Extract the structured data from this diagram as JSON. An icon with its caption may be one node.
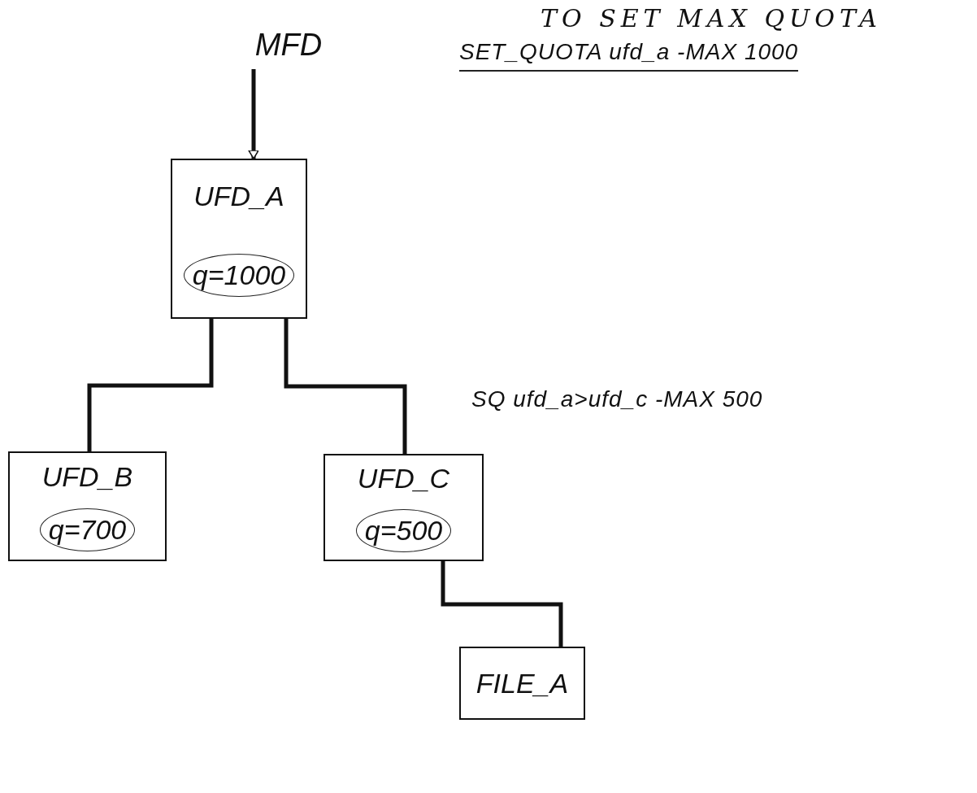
{
  "diagram": {
    "nodes": [
      {
        "text": [
          "MFD"
        ]
      },
      {
        "text": [
          "UFD_A",
          "q=1000"
        ]
      },
      {
        "text": [
          "UFD_B",
          "q=700"
        ]
      },
      {
        "text": [
          "UFD_C",
          "q=500"
        ]
      },
      {
        "text": [
          "FILE_A"
        ]
      }
    ],
    "edges": [
      {
        "from": 0,
        "to": 1,
        "arrow": "to"
      },
      {
        "from": 1,
        "to": 2,
        "arrow": "none"
      },
      {
        "from": 1,
        "to": 3,
        "arrow": "none"
      },
      {
        "from": 3,
        "to": 4,
        "arrow": "none"
      }
    ],
    "labels": [
      "TO SET MAX QUOTA",
      "SET_QUOTA ufd_a -MAX 1000",
      "SQ ufd_a>ufd_c -MAX 500"
    ]
  }
}
